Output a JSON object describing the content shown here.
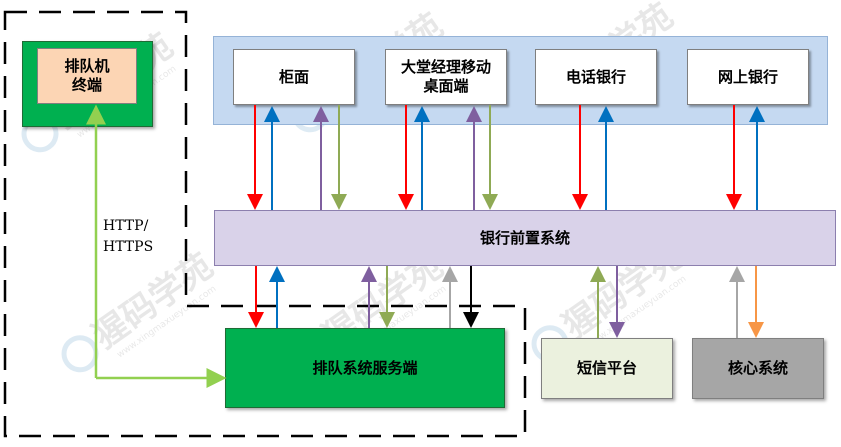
{
  "diagram": {
    "queue_terminal": "排队机\n终端",
    "channels": [
      "柜面",
      "大堂经理移动\n桌面端",
      "电话银行",
      "网上银行"
    ],
    "front_system": "银行前置系统",
    "queue_server": "排队系统服务端",
    "sms_platform": "短信平台",
    "core_system": "核心系统",
    "protocol_label": "HTTP/\nHTTPS"
  },
  "watermark": {
    "brand": "猩码学苑",
    "url": "www.xingmaxueyuan.com"
  },
  "colors": {
    "red": "#ff0000",
    "blue": "#0070c0",
    "purple": "#7f5f9f",
    "olive": "#8faa55",
    "gray": "#a6a6a6",
    "black": "#000000",
    "orange": "#f79646",
    "green_link": "#92d050",
    "channel_panel": "#c5d9f1",
    "front_panel": "#d9d2e9",
    "green_box": "#00b050",
    "terminal_inner": "#fcd5b4",
    "sms_box": "#ebf1de",
    "core_box": "#a6a6a6"
  }
}
